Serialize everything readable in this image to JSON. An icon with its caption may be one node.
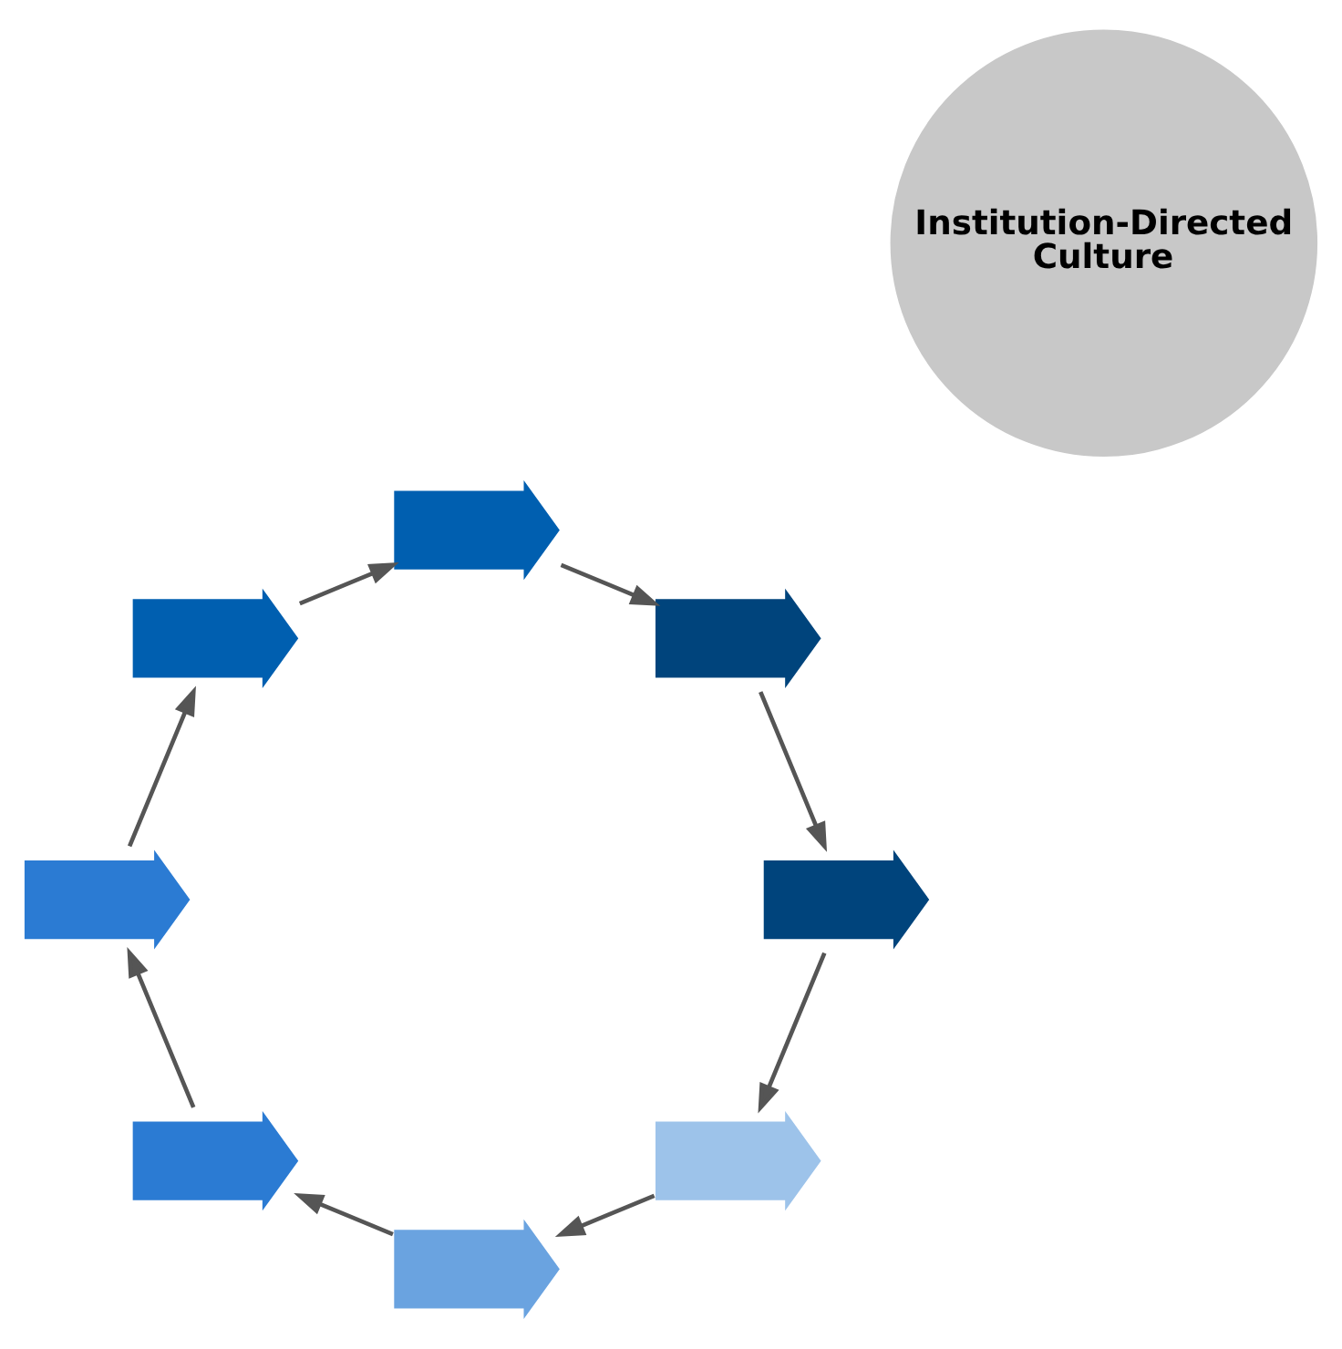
{
  "diagram": {
    "nodes": [
      {
        "text": [
          "Institution-Directed Culture"
        ]
      },
      {
        "text": [],
        "shape": "arrow"
      },
      {
        "text": [],
        "shape": "arrow"
      },
      {
        "text": [],
        "shape": "arrow"
      },
      {
        "text": [],
        "shape": "arrow"
      },
      {
        "text": [],
        "shape": "arrow"
      },
      {
        "text": [],
        "shape": "arrow"
      },
      {
        "text": [],
        "shape": "arrow"
      },
      {
        "text": [],
        "shape": "arrow"
      }
    ],
    "edges": [
      {
        "from": 1,
        "to": 2,
        "arrow": "to"
      },
      {
        "from": 2,
        "to": 3,
        "arrow": "to"
      },
      {
        "from": 3,
        "to": 4,
        "arrow": "to"
      },
      {
        "from": 4,
        "to": 5,
        "arrow": "to"
      },
      {
        "from": 5,
        "to": 6,
        "arrow": "to"
      },
      {
        "from": 6,
        "to": 7,
        "arrow": "to"
      },
      {
        "from": 7,
        "to": 8,
        "arrow": "to"
      },
      {
        "from": 8,
        "to": 1,
        "arrow": "to"
      }
    ]
  }
}
